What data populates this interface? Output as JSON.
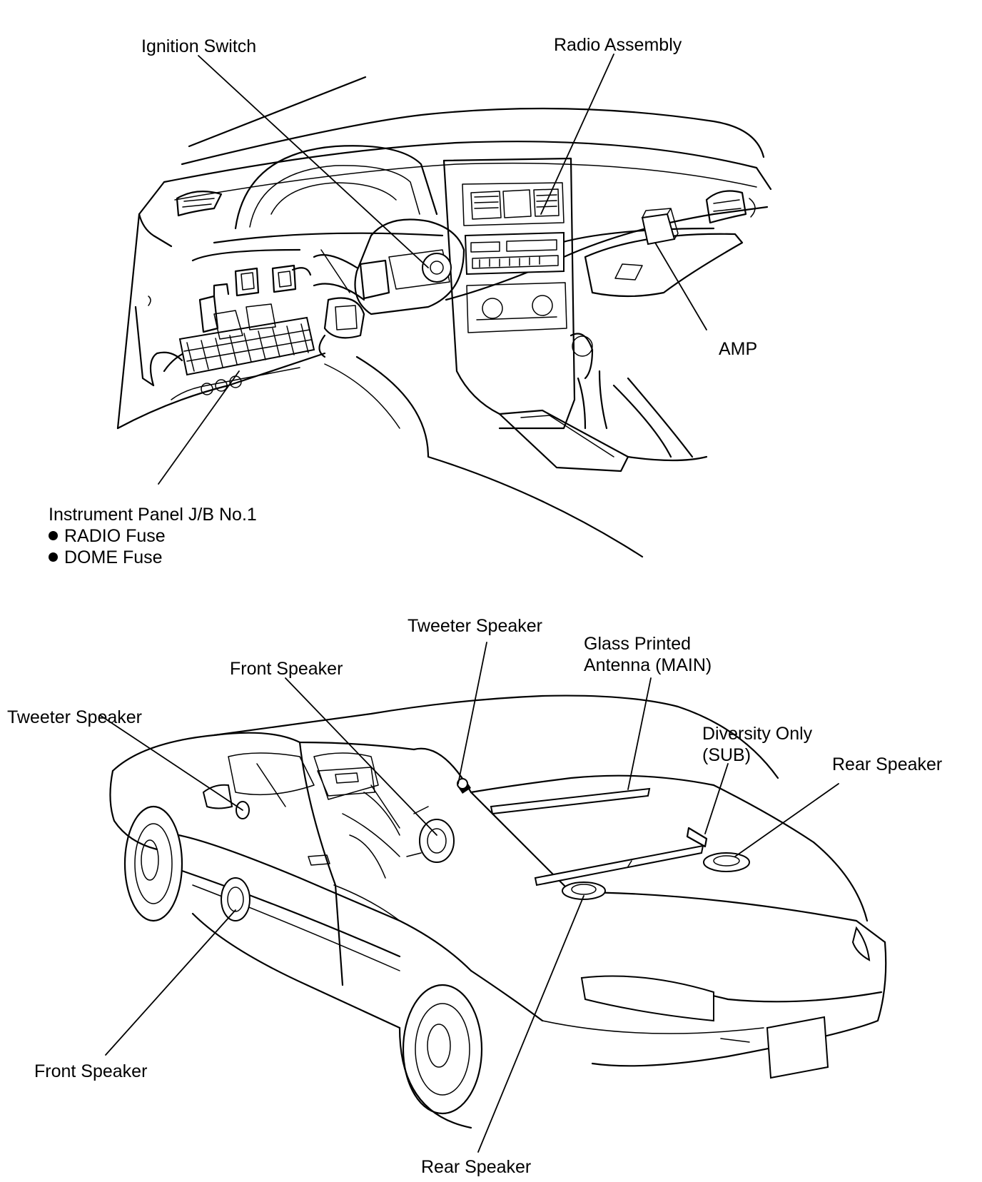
{
  "labels": {
    "ignition_switch": "Ignition Switch",
    "radio_assembly": "Radio Assembly",
    "amp": "AMP",
    "junction_block": "Instrument Panel J/B No.1",
    "radio_fuse": "RADIO Fuse",
    "dome_fuse": "DOME Fuse",
    "tweeter_speaker_right": "Tweeter Speaker",
    "glass_antenna_line1": "Glass Printed",
    "glass_antenna_line2": "Antenna (MAIN)",
    "front_speaker_upper": "Front Speaker",
    "tweeter_speaker_left": "Tweeter Speaker",
    "diversity_line1": "Diversity Only",
    "diversity_line2": "(SUB)",
    "rear_speaker_right": "Rear Speaker",
    "front_speaker_lower": "Front Speaker",
    "rear_speaker_bottom": "Rear Speaker"
  }
}
